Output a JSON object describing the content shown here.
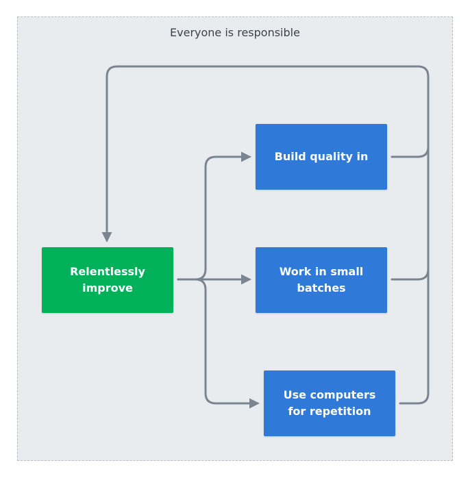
{
  "diagram": {
    "title": "Everyone is responsible",
    "nodes": {
      "relentlessly_improve": "Relentlessly improve",
      "build_quality_in": "Build quality in",
      "work_in_small_batches": "Work in small batches",
      "use_computers": "Use computers for repetition"
    },
    "colors": {
      "frame": "#e9ecef",
      "green_node": "#00b15a",
      "blue_node": "#2f7ad8",
      "edge": "#7b8592"
    }
  }
}
